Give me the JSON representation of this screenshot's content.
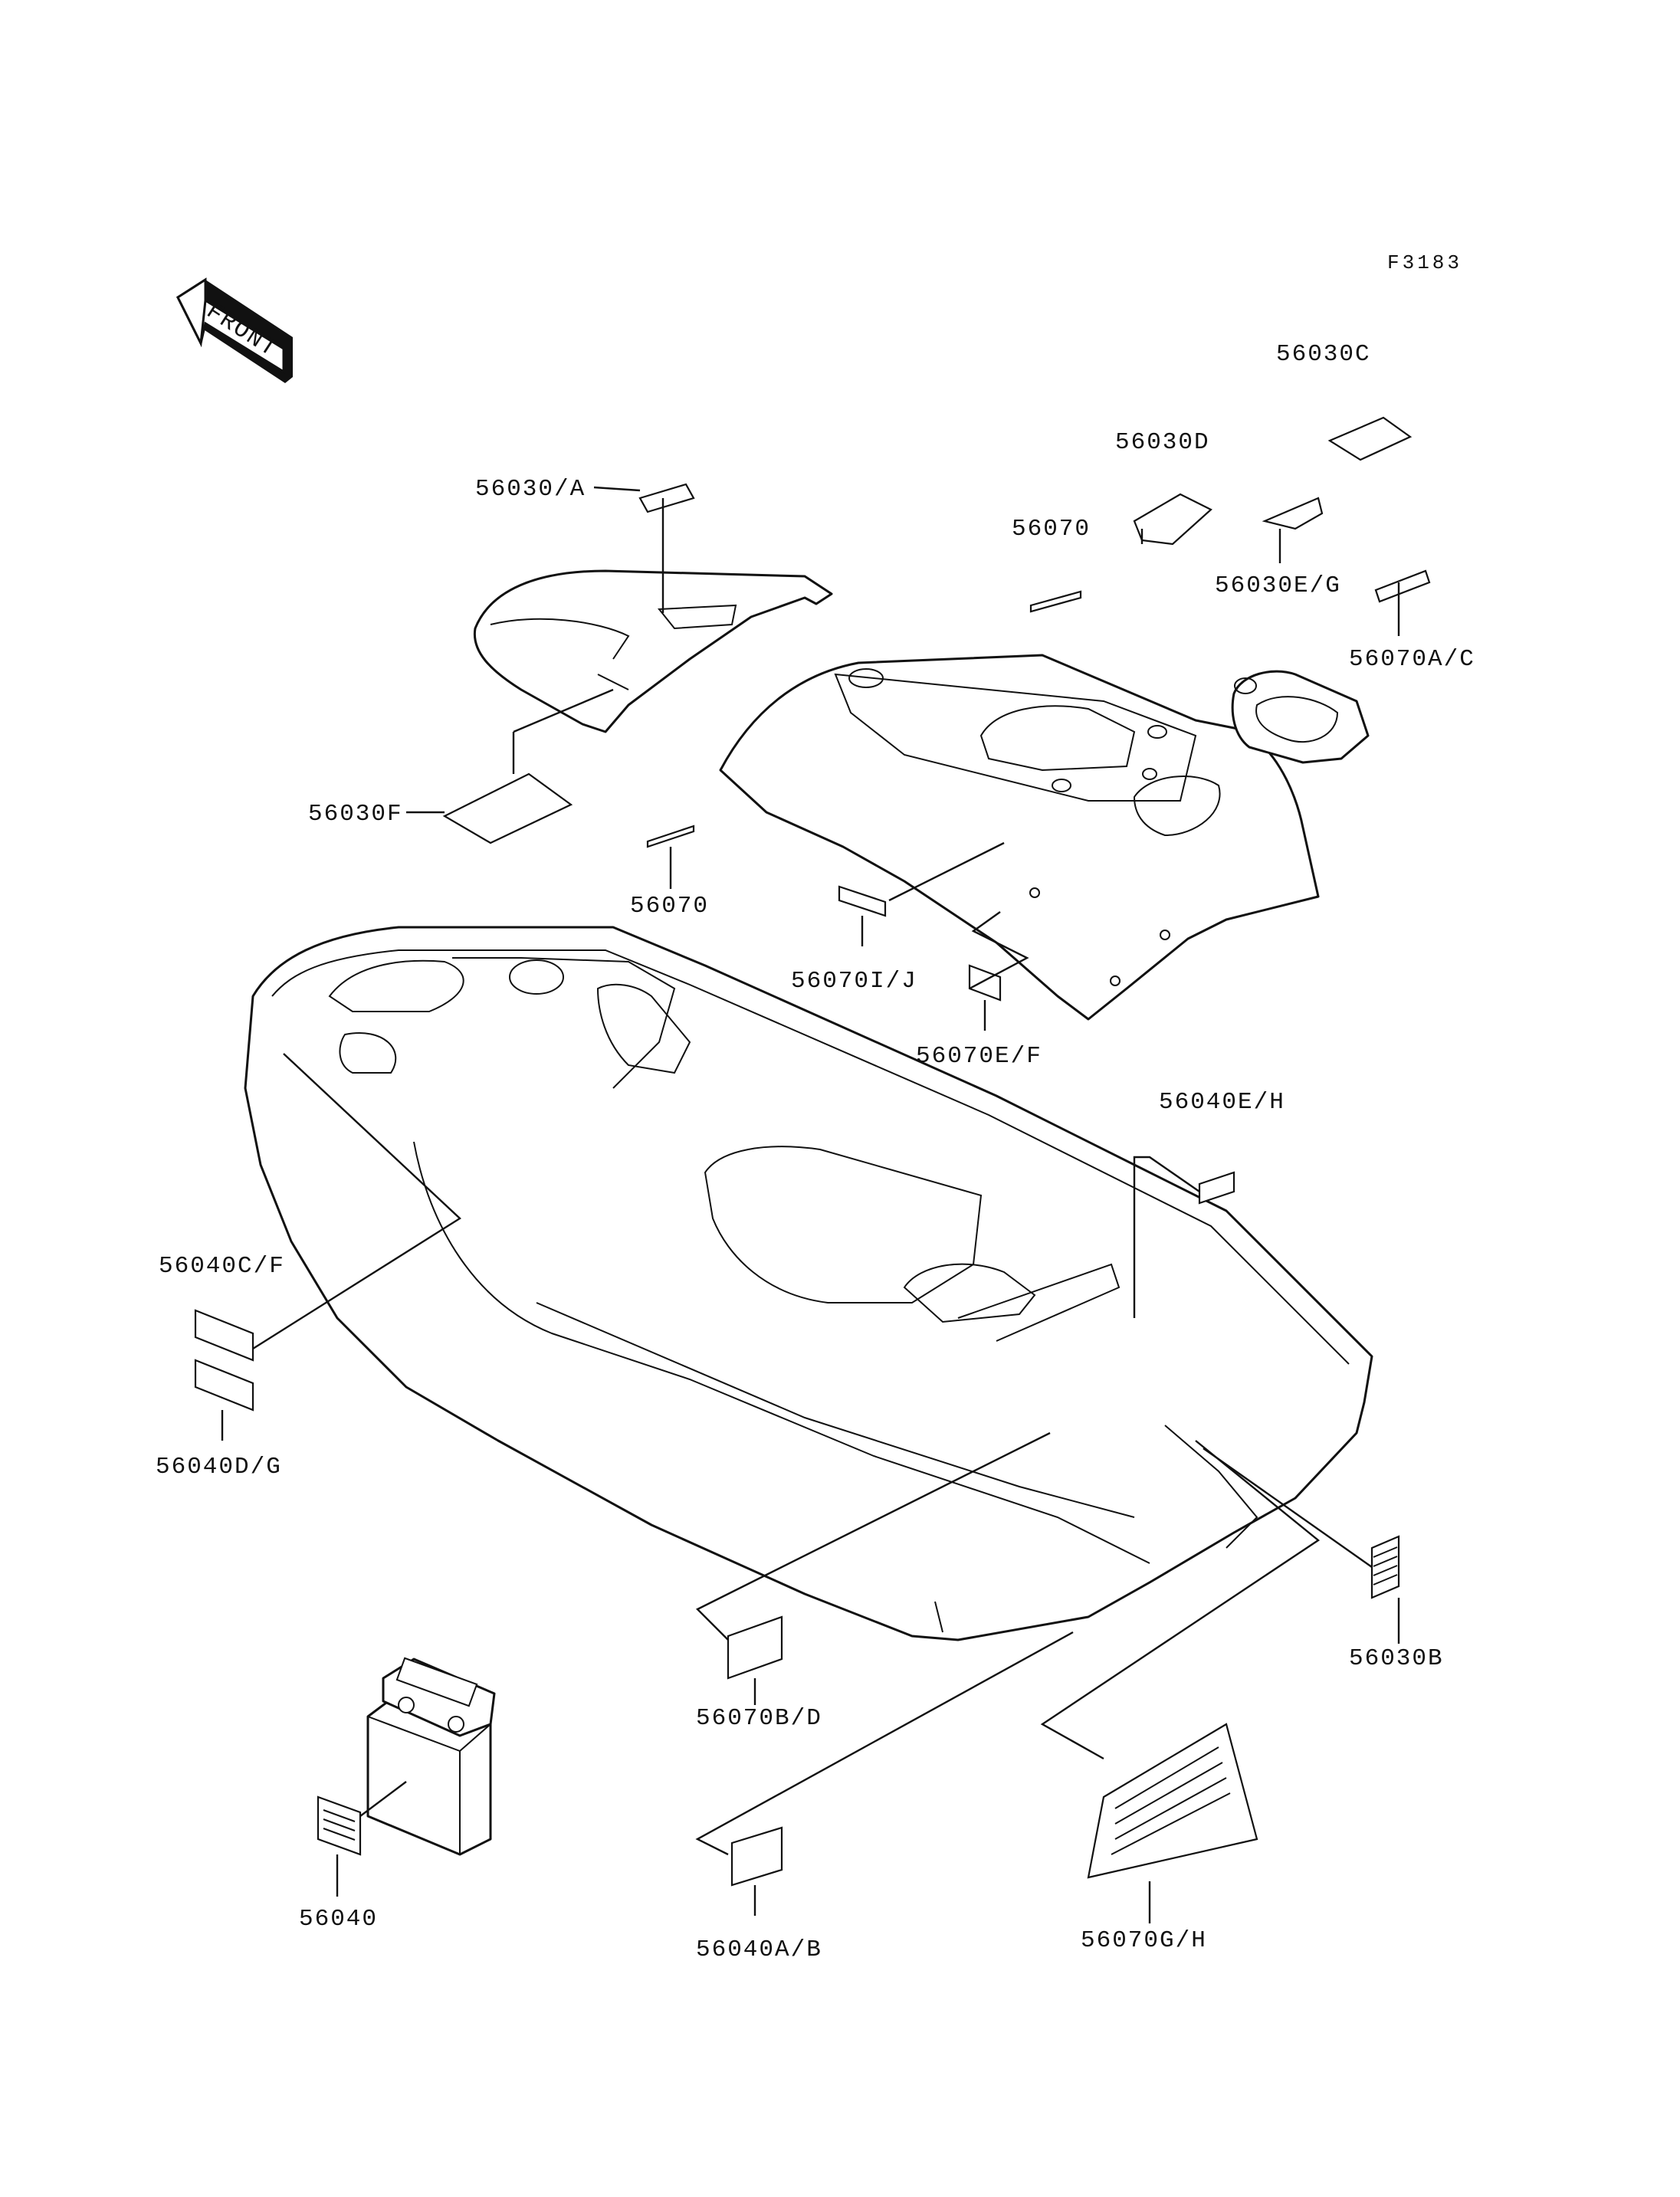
{
  "figure_code": "F3183",
  "front_arrow_label": "FRONT",
  "callouts": [
    {
      "id": "56030A",
      "label": "56030/A"
    },
    {
      "id": "56030C",
      "label": "56030C"
    },
    {
      "id": "56030D",
      "label": "56030D"
    },
    {
      "id": "56070_top",
      "label": "56070"
    },
    {
      "id": "56030EG",
      "label": "56030E/G"
    },
    {
      "id": "56070AC",
      "label": "56070A/C"
    },
    {
      "id": "56030F",
      "label": "56030F"
    },
    {
      "id": "56070_mid",
      "label": "56070"
    },
    {
      "id": "56070IJ",
      "label": "56070I/J"
    },
    {
      "id": "56070EF",
      "label": "56070E/F"
    },
    {
      "id": "56040EH",
      "label": "56040E/H"
    },
    {
      "id": "56040CF",
      "label": "56040C/F"
    },
    {
      "id": "56040DG",
      "label": "56040D/G"
    },
    {
      "id": "56030B",
      "label": "56030B"
    },
    {
      "id": "56070BD",
      "label": "56070B/D"
    },
    {
      "id": "56040",
      "label": "56040"
    },
    {
      "id": "56040AB",
      "label": "56040A/B"
    },
    {
      "id": "56070GH",
      "label": "56070G/H"
    }
  ]
}
